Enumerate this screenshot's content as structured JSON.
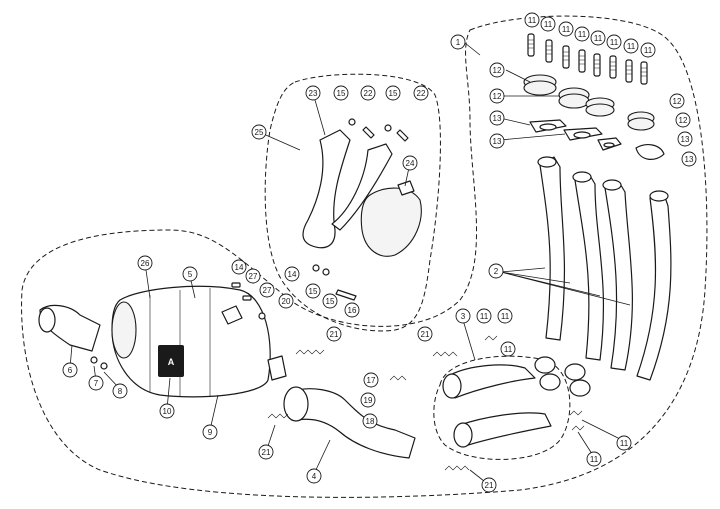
{
  "diagram": {
    "type": "exploded-parts-diagram",
    "brand_mark": "akrapovic-logo",
    "line_color": "#1a1a1a",
    "background_color": "#ffffff",
    "callouts": [
      {
        "id": "c1",
        "label": "1"
      },
      {
        "id": "c2",
        "label": "2"
      },
      {
        "id": "c3",
        "label": "3"
      },
      {
        "id": "c4",
        "label": "4"
      },
      {
        "id": "c5",
        "label": "5"
      },
      {
        "id": "c6",
        "label": "6"
      },
      {
        "id": "c7",
        "label": "7"
      },
      {
        "id": "c8",
        "label": "8"
      },
      {
        "id": "c9",
        "label": "9"
      },
      {
        "id": "c10",
        "label": "10"
      },
      {
        "id": "c11a",
        "label": "11"
      },
      {
        "id": "c11b",
        "label": "11"
      },
      {
        "id": "c11c",
        "label": "11"
      },
      {
        "id": "c11d",
        "label": "11"
      },
      {
        "id": "c11e",
        "label": "11"
      },
      {
        "id": "c11f",
        "label": "11"
      },
      {
        "id": "c11g",
        "label": "11"
      },
      {
        "id": "c11h",
        "label": "11"
      },
      {
        "id": "c11i",
        "label": "11"
      },
      {
        "id": "c11j",
        "label": "11"
      },
      {
        "id": "c11k",
        "label": "11"
      },
      {
        "id": "c11l",
        "label": "11"
      },
      {
        "id": "c11m",
        "label": "11"
      },
      {
        "id": "c12a",
        "label": "12"
      },
      {
        "id": "c12b",
        "label": "12"
      },
      {
        "id": "c12c",
        "label": "12"
      },
      {
        "id": "c12d",
        "label": "12"
      },
      {
        "id": "c13a",
        "label": "13"
      },
      {
        "id": "c13b",
        "label": "13"
      },
      {
        "id": "c13c",
        "label": "13"
      },
      {
        "id": "c13d",
        "label": "13"
      },
      {
        "id": "c14a",
        "label": "14"
      },
      {
        "id": "c14b",
        "label": "14"
      },
      {
        "id": "c15a",
        "label": "15"
      },
      {
        "id": "c15b",
        "label": "15"
      },
      {
        "id": "c15c",
        "label": "15"
      },
      {
        "id": "c15d",
        "label": "15"
      },
      {
        "id": "c16",
        "label": "16"
      },
      {
        "id": "c17",
        "label": "17"
      },
      {
        "id": "c18",
        "label": "18"
      },
      {
        "id": "c19",
        "label": "19"
      },
      {
        "id": "c20",
        "label": "20"
      },
      {
        "id": "c21a",
        "label": "21"
      },
      {
        "id": "c21b",
        "label": "21"
      },
      {
        "id": "c21c",
        "label": "21"
      },
      {
        "id": "c21d",
        "label": "21"
      },
      {
        "id": "c22a",
        "label": "22"
      },
      {
        "id": "c22b",
        "label": "22"
      },
      {
        "id": "c23",
        "label": "23"
      },
      {
        "id": "c24",
        "label": "24"
      },
      {
        "id": "c25",
        "label": "25"
      },
      {
        "id": "c26",
        "label": "26"
      },
      {
        "id": "c27a",
        "label": "27"
      },
      {
        "id": "c27b",
        "label": "27"
      }
    ]
  }
}
